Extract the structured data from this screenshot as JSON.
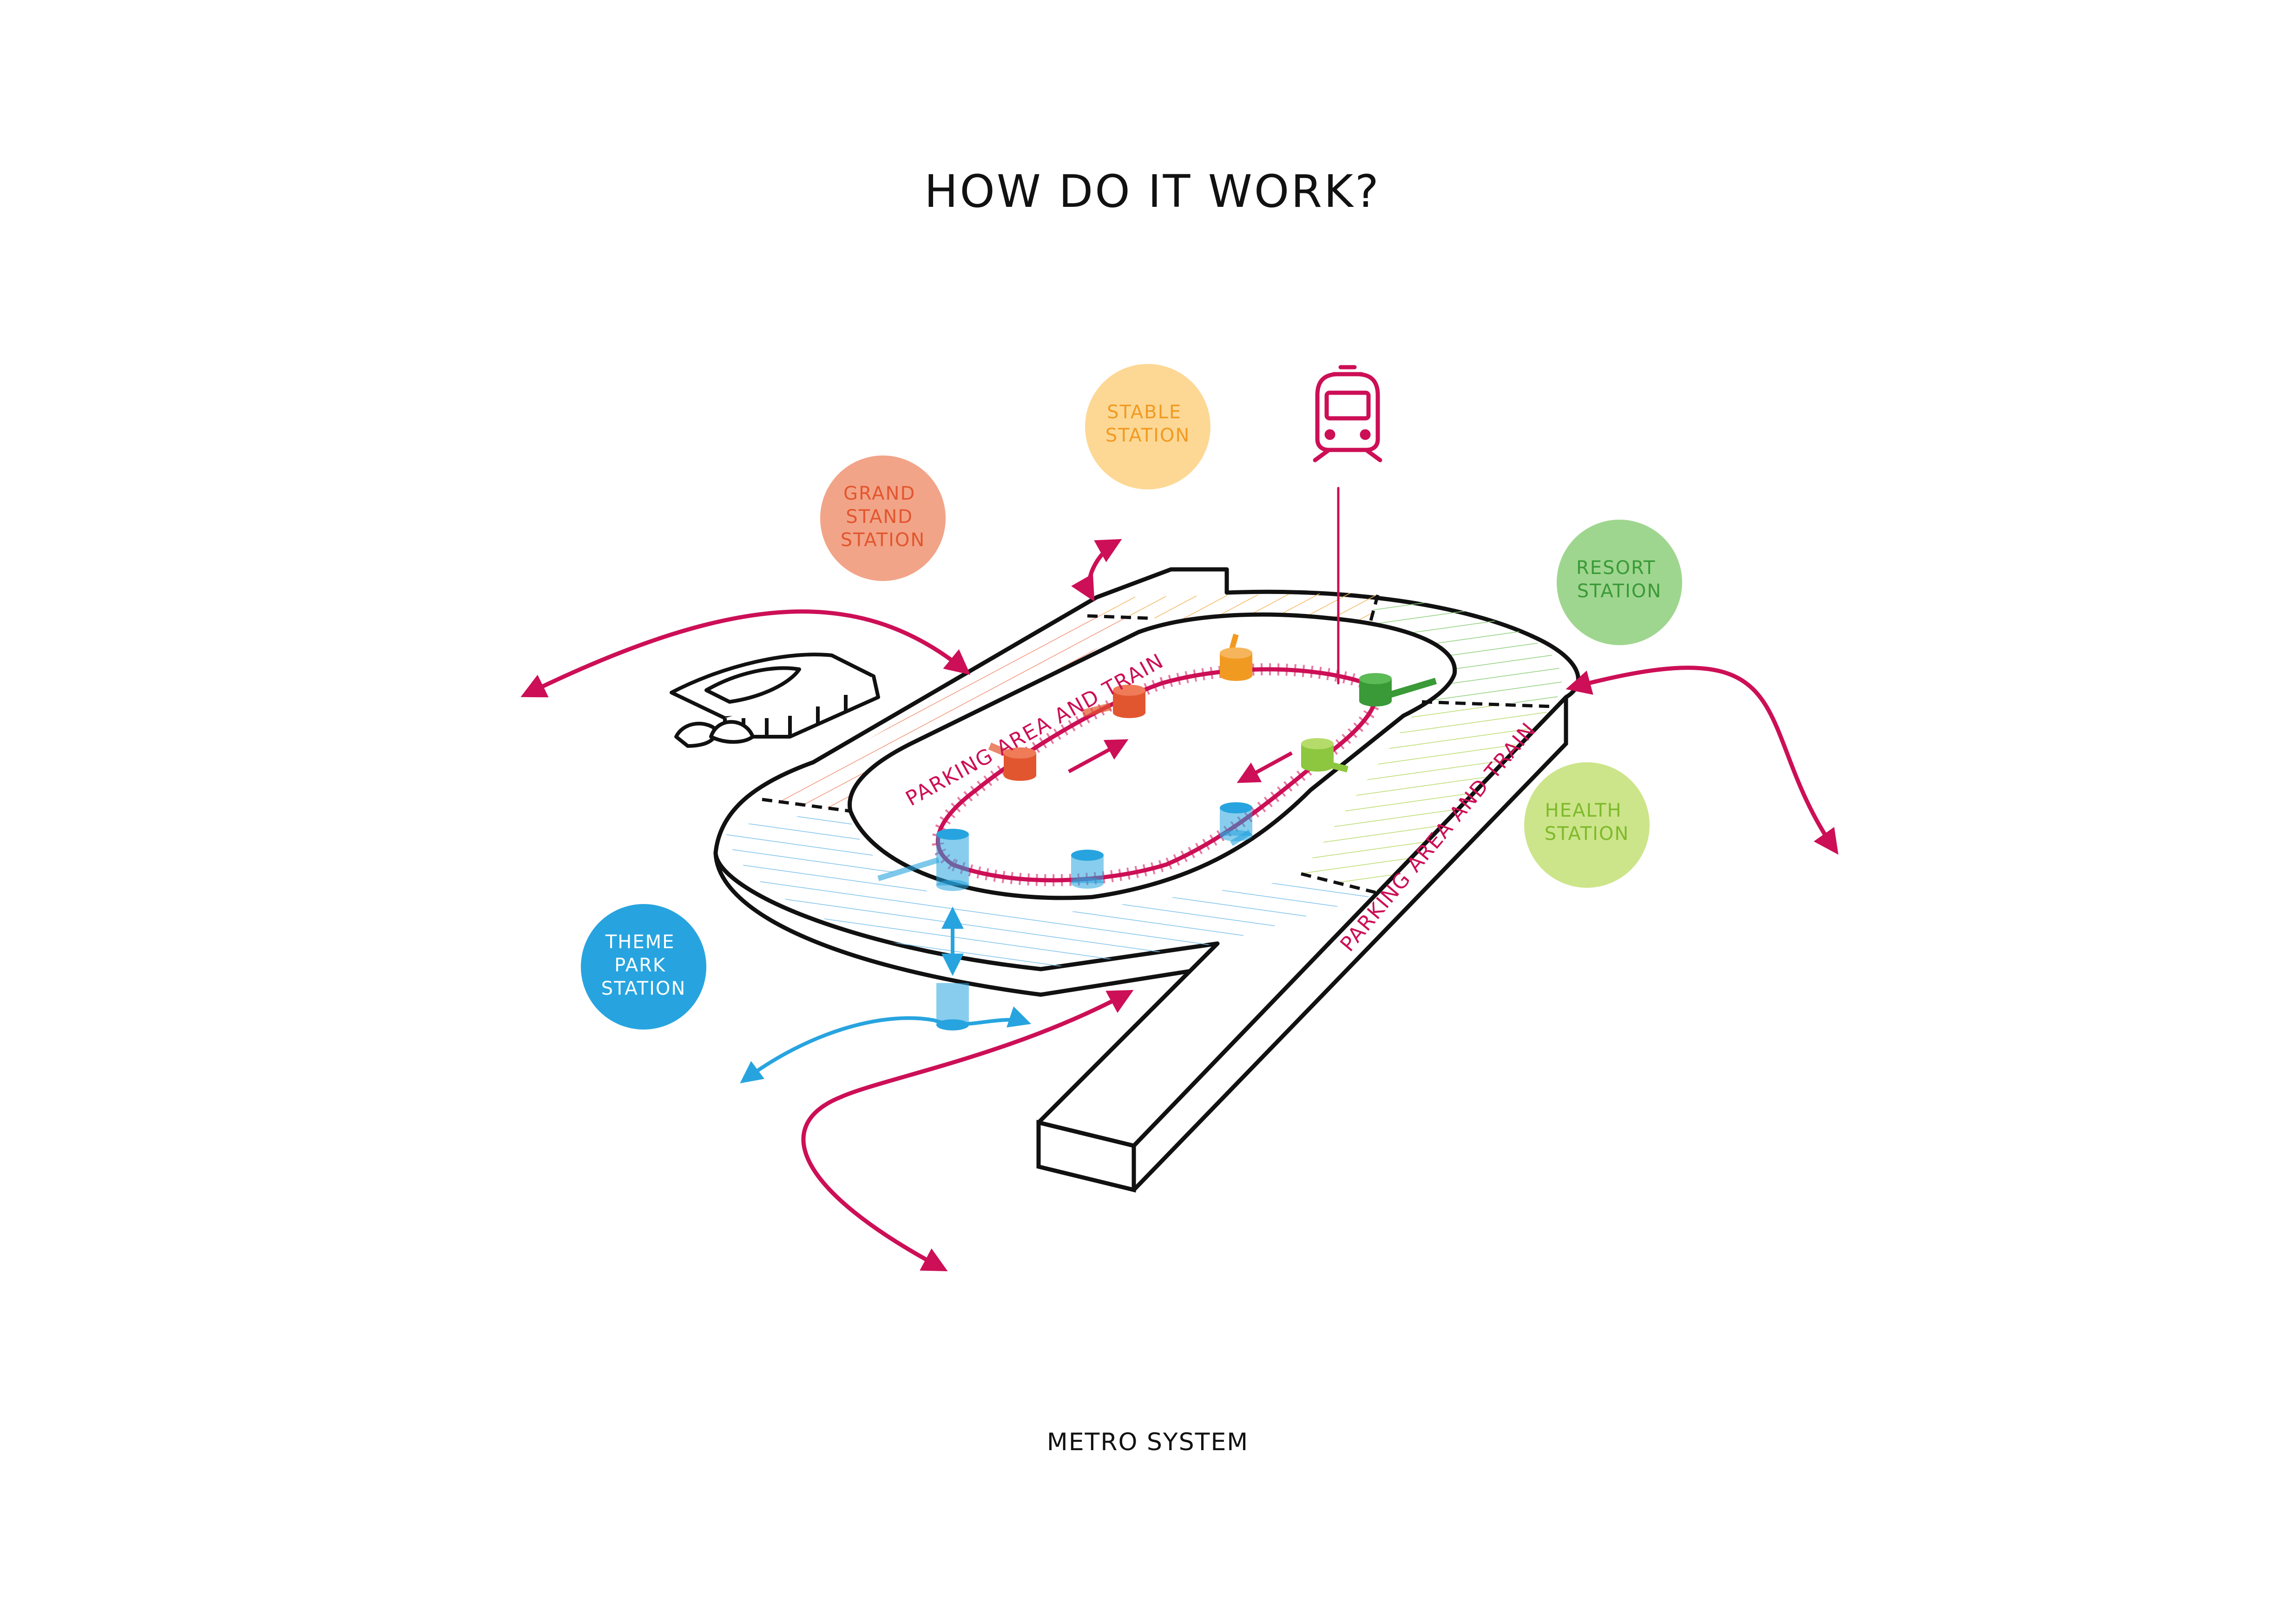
{
  "title": "HOW DO IT WORK?",
  "caption": "METRO SYSTEM",
  "track_labels": {
    "left": "PARKING AREA AND TRAIN",
    "right": "PARKING AREA AND TRAIN"
  },
  "stations": [
    {
      "id": "grand-stand",
      "lines": [
        "GRAND",
        "STAND",
        "STATION"
      ],
      "fill": "#f2a488",
      "text": "#e2562f"
    },
    {
      "id": "stable",
      "lines": [
        "STABLE",
        "STATION"
      ],
      "fill": "#fdd895",
      "text": "#f19a22"
    },
    {
      "id": "resort",
      "lines": [
        "RESORT",
        "STATION"
      ],
      "fill": "#9fd68f",
      "text": "#3a9a37"
    },
    {
      "id": "health",
      "lines": [
        "HEALTH",
        "STATION"
      ],
      "fill": "#cce58a",
      "text": "#7fb92b"
    },
    {
      "id": "theme-park",
      "lines": [
        "THEME",
        "PARK",
        "STATION"
      ],
      "fill": "#27a4df",
      "text": "#ffffff"
    }
  ],
  "colors": {
    "accent": "#cc0f56",
    "outline": "#111111",
    "orange": "#e2562f",
    "yellow": "#f19a22",
    "green": "#3a9a37",
    "lime": "#8dc63f",
    "blue": "#27a4df"
  },
  "icons": [
    "train-icon",
    "grandstand-building-icon"
  ]
}
